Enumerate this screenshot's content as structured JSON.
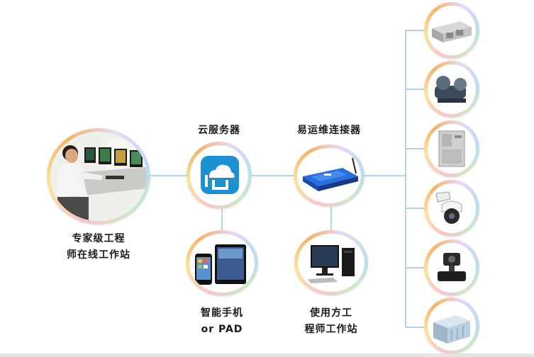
{
  "nodes": {
    "cloud_server": {
      "label": "云服务器"
    },
    "connector": {
      "label": "易运维连接器"
    },
    "engineer_station": {
      "label_line1": "专家级工程",
      "label_line2": "师在线工作站"
    },
    "mobile": {
      "label_line1": "智能手机",
      "label_line2": "or PAD"
    },
    "user_station": {
      "label_line1": "使用方工",
      "label_line2": "程师工作站"
    }
  },
  "colors": {
    "wire": "#9fc3d8",
    "cloud_icon_bg": "#1d8fd3",
    "connector_blue": "#1f5fc4"
  },
  "devices": [
    "air-handling-unit-icon",
    "screw-chiller-icon",
    "cold-room-unit-icon",
    "dome-camera-icon",
    "control-valve-icon",
    "modular-chiller-icon"
  ]
}
